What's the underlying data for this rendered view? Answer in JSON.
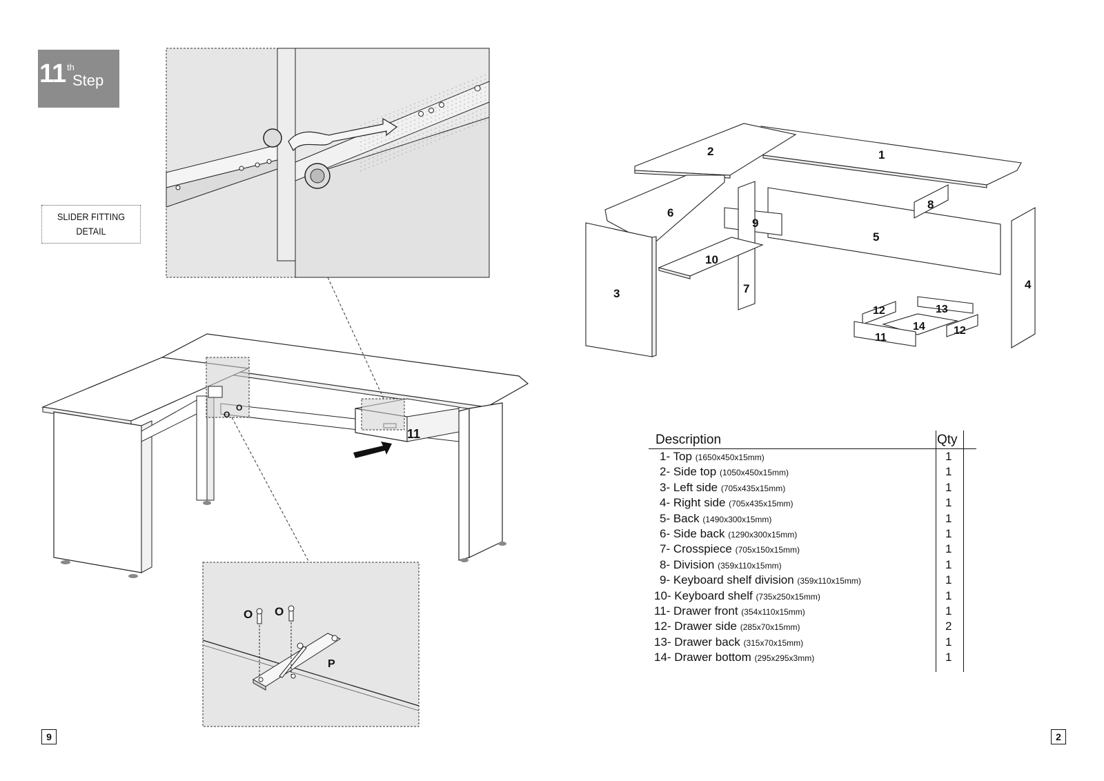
{
  "step": {
    "number": "11",
    "suffix": "th",
    "word": "Step"
  },
  "slider_caption": {
    "line1": "SLIDER FITTING",
    "line2": "DETAIL"
  },
  "page_numbers": {
    "left": "9",
    "right": "2"
  },
  "assembly_labels": {
    "drawer": "11",
    "screw_left": "O",
    "screw_right": "O",
    "plate": "P"
  },
  "exploded_labels": [
    "1",
    "2",
    "3",
    "4",
    "5",
    "6",
    "7",
    "8",
    "9",
    "10",
    "11",
    "12",
    "13",
    "14",
    "12"
  ],
  "parts_table": {
    "header_description": "Description",
    "header_qty": "Qty",
    "rows": [
      {
        "name": "1- Top",
        "dims": "(1650x450x15mm)",
        "qty": "1"
      },
      {
        "name": "2- Side top",
        "dims": "(1050x450x15mm)",
        "qty": "1"
      },
      {
        "name": "3- Left side",
        "dims": "(705x435x15mm)",
        "qty": "1"
      },
      {
        "name": "4- Right side",
        "dims": "(705x435x15mm)",
        "qty": "1"
      },
      {
        "name": "5- Back",
        "dims": "(1490x300x15mm)",
        "qty": "1"
      },
      {
        "name": "6- Side back",
        "dims": "(1290x300x15mm)",
        "qty": "1"
      },
      {
        "name": "7- Crosspiece",
        "dims": "(705x150x15mm)",
        "qty": "1"
      },
      {
        "name": "8- Division",
        "dims": "(359x110x15mm)",
        "qty": "1"
      },
      {
        "name": "9- Keyboard shelf division",
        "dims": "(359x110x15mm)",
        "qty": "1"
      },
      {
        "name": "10- Keyboard shelf",
        "dims": "(735x250x15mm)",
        "qty": "1"
      },
      {
        "name": "11- Drawer front",
        "dims": "(354x110x15mm)",
        "qty": "1"
      },
      {
        "name": "12- Drawer side",
        "dims": "(285x70x15mm)",
        "qty": "2"
      },
      {
        "name": "13- Drawer back",
        "dims": "(315x70x15mm)",
        "qty": "1"
      },
      {
        "name": "14- Drawer bottom",
        "dims": "(295x295x3mm)",
        "qty": "1"
      }
    ]
  }
}
